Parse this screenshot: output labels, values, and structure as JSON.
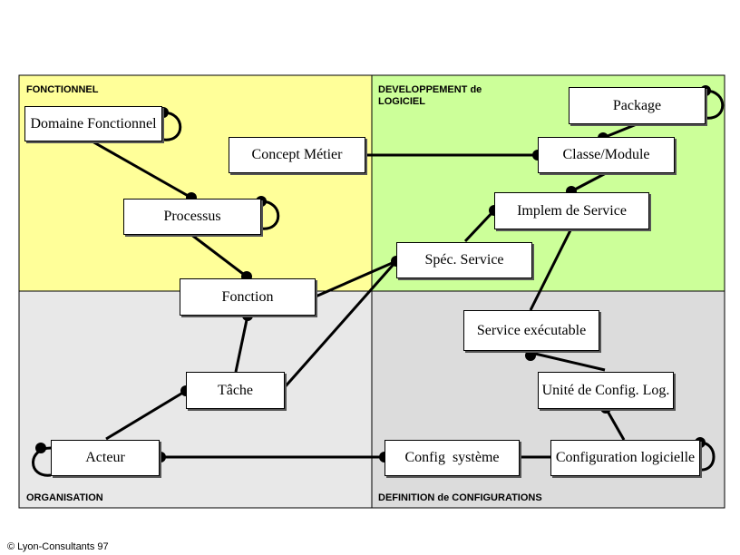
{
  "colors": {
    "fonctionnel": "#ffff99",
    "developpement": "#ccff99",
    "organisation": "#e8e8e8",
    "configurations": "#dcdcdc",
    "border": "#000000"
  },
  "quadrants": {
    "fonctionnel": "FONCTIONNEL",
    "developpement": "DEVELOPPEMENT de LOGICIEL",
    "organisation": "ORGANISATION",
    "configurations": "DEFINITION de CONFIGURATIONS"
  },
  "entities": {
    "domaine": "Domaine Fonctionnel",
    "processus": "Processus",
    "fonction": "Fonction",
    "concept": "Concept Métier",
    "package": "Package",
    "classe": "Classe/Module",
    "implem": "Implem de Service",
    "spec": "Spéc. Service",
    "service_exec": "Service exécutable",
    "unite": "Unité de Config. Log.",
    "tache": "Tâche",
    "acteur": "Acteur",
    "config_systeme": "Config  système",
    "config_logicielle": "Configuration logicielle"
  },
  "copyright": "© Lyon-Consultants 97"
}
